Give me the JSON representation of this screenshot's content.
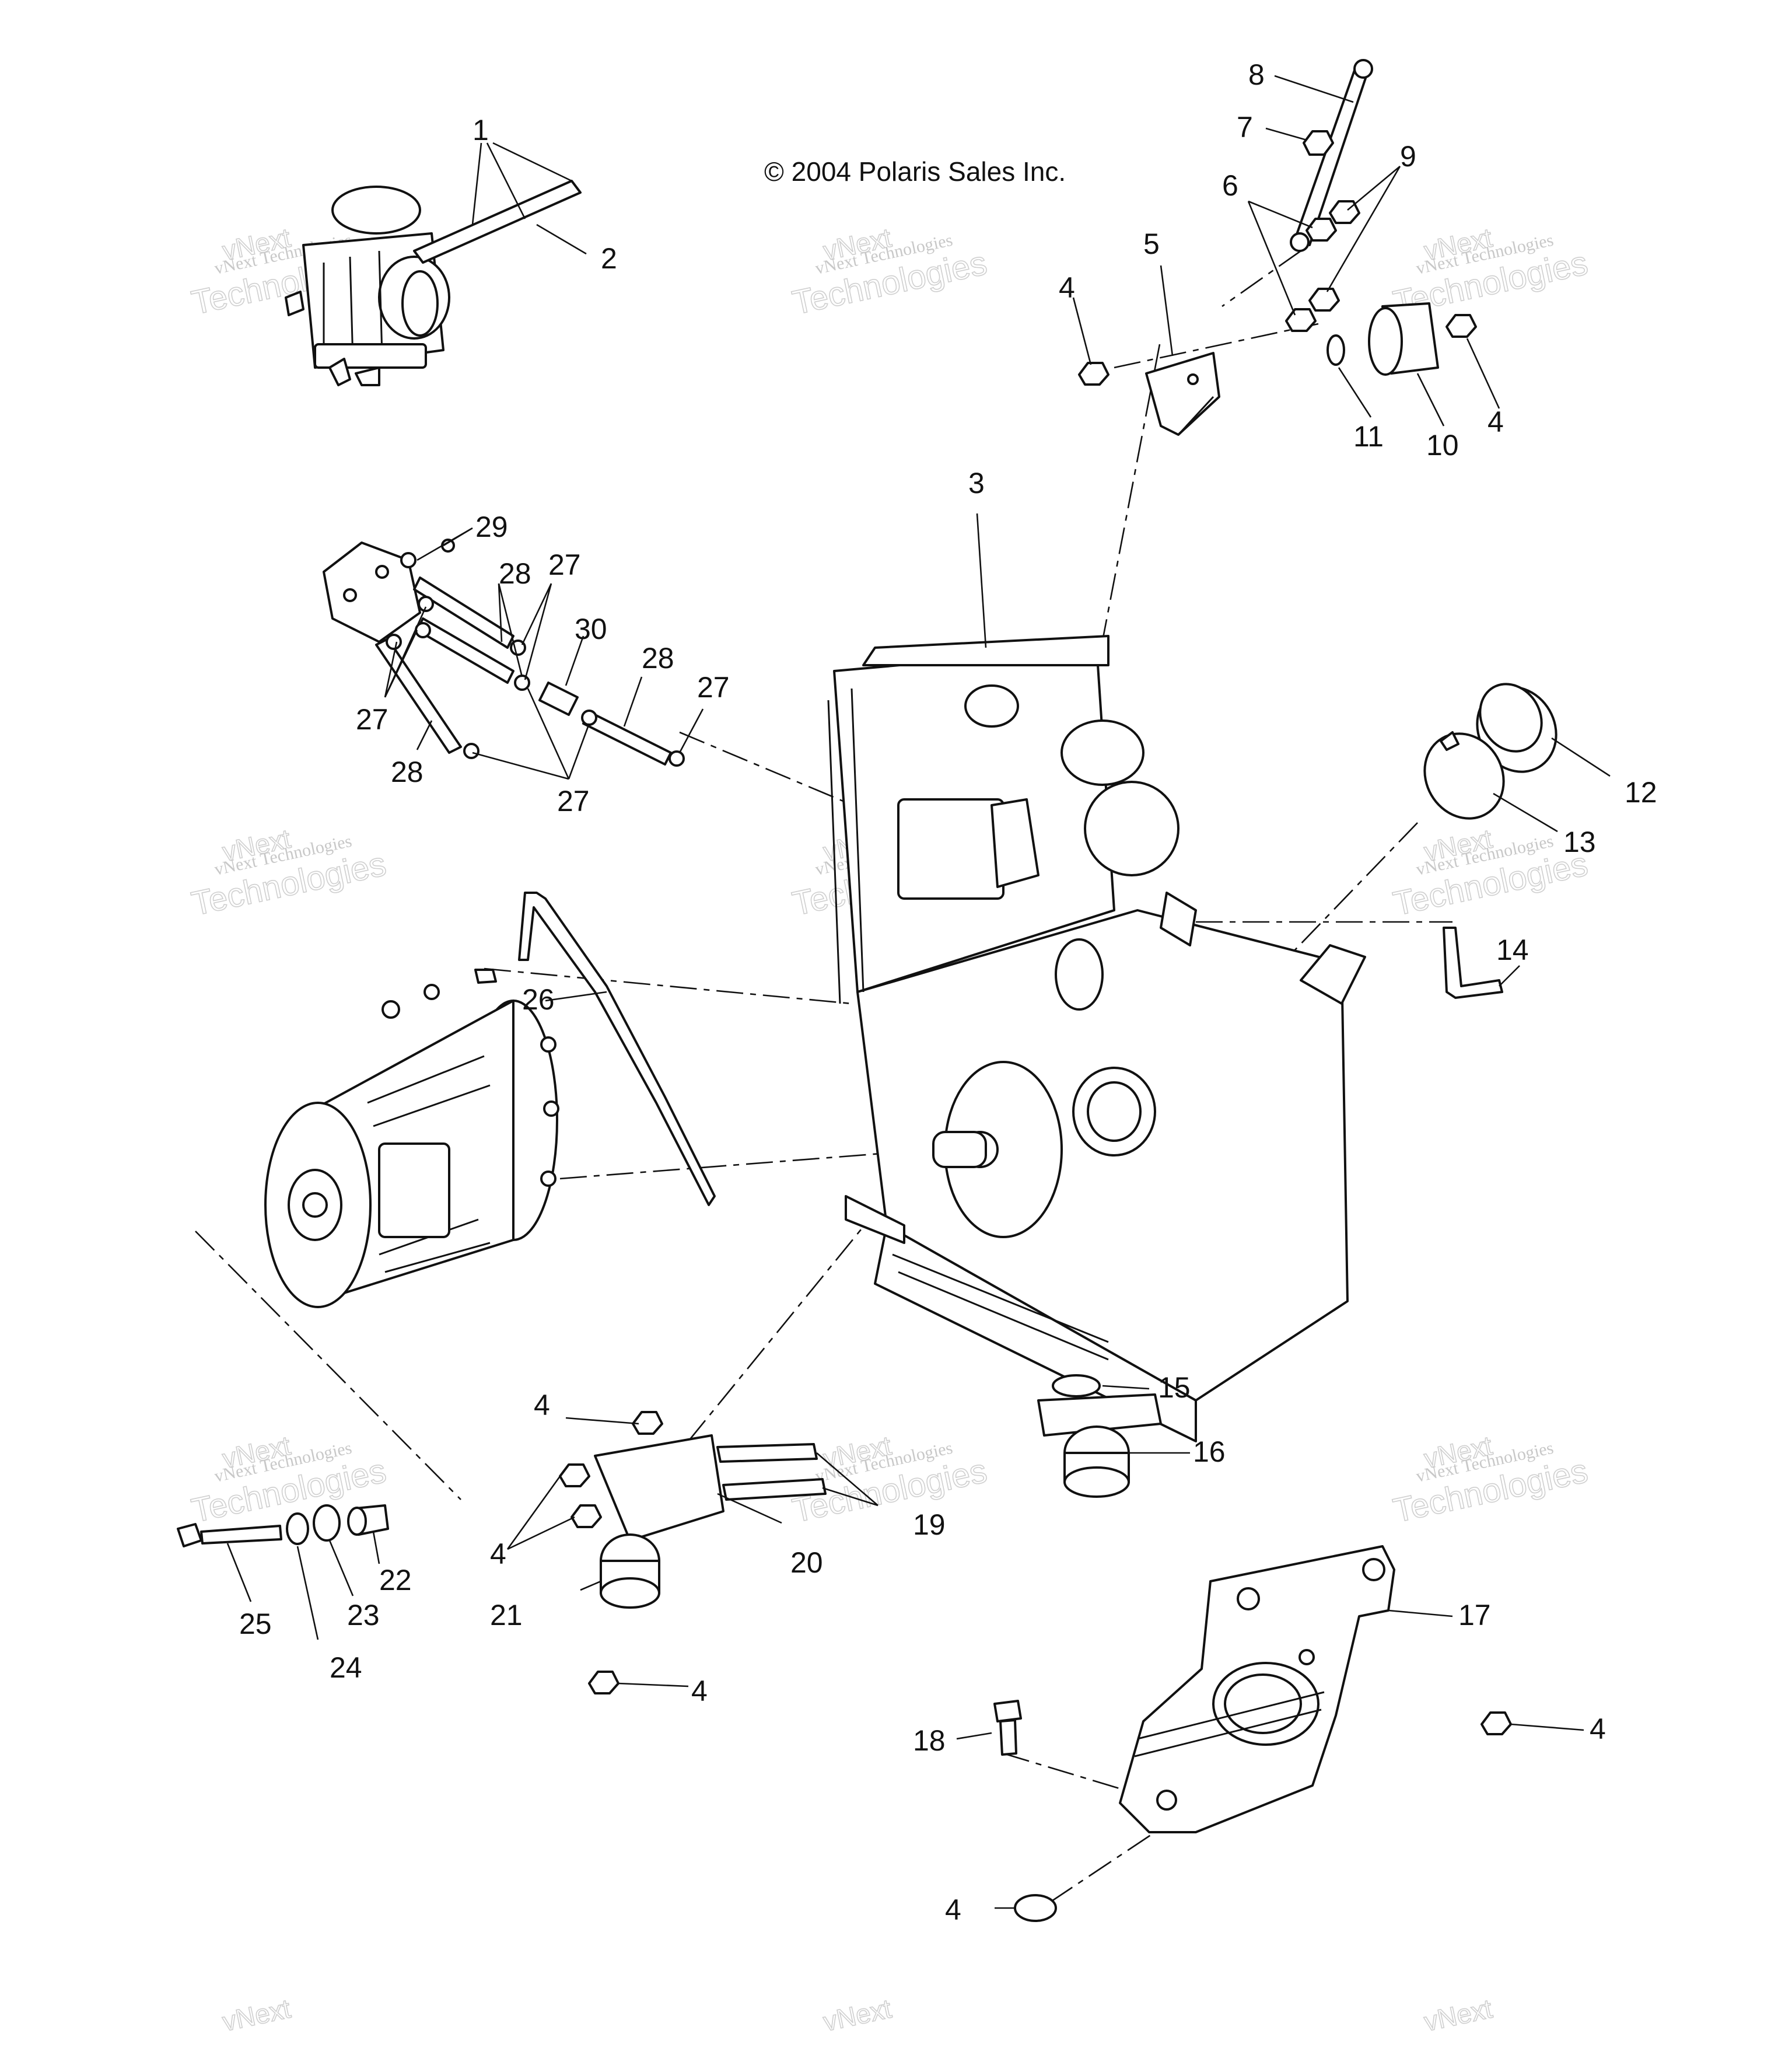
{
  "copyright": "© 2004 Polaris Sales Inc.",
  "watermark": {
    "line1": "vNext Technologies",
    "line2": "Technologies",
    "line3": "vNext"
  },
  "callouts": {
    "c1": "1",
    "c2": "2",
    "c3": "3",
    "c4": "4",
    "c5": "5",
    "c6": "6",
    "c7": "7",
    "c8": "8",
    "c9": "9",
    "c10": "10",
    "c11": "11",
    "c12": "12",
    "c13": "13",
    "c14": "14",
    "c15": "15",
    "c16": "16",
    "c17": "17",
    "c18": "18",
    "c19": "19",
    "c20": "20",
    "c21": "21",
    "c22": "22",
    "c23": "23",
    "c24": "24",
    "c25": "25",
    "c26": "26",
    "c27": "27",
    "c28": "28",
    "c29": "29",
    "c30": "30"
  }
}
